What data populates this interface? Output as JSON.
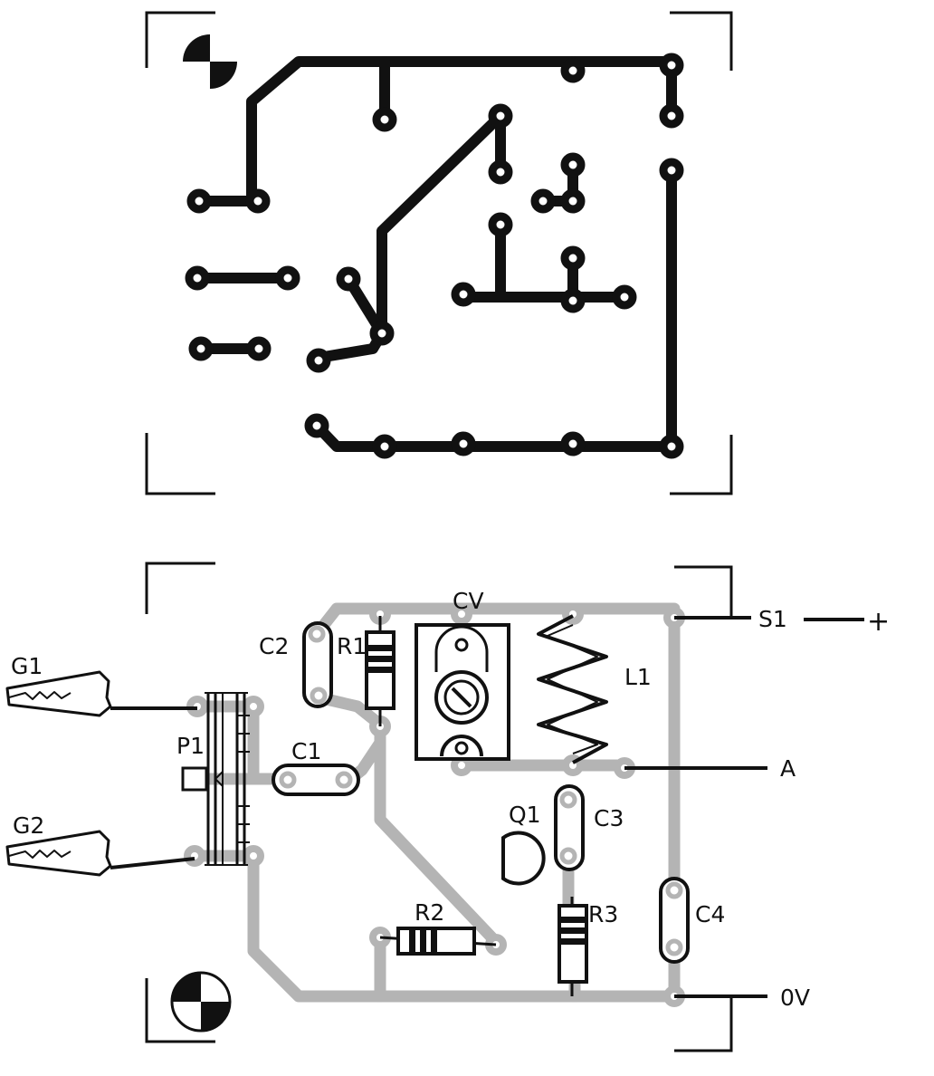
{
  "colors": {
    "ink": "#111111",
    "trace_gray": "#b4b4b4",
    "paper": "#ffffff"
  },
  "icons": {
    "registration_mark": "quartered-circle-icon",
    "crop_mark": "corner-bracket-icon",
    "alligator_clip": "alligator-clip-icon"
  },
  "pcb_layout": {
    "description_hidden": true
  },
  "components": {
    "cv": "CV",
    "r1": "R1",
    "c2": "C2",
    "l1": "L1",
    "c1": "C1",
    "p1": "P1",
    "q1": "Q1",
    "c3": "C3",
    "r2": "R2",
    "r3": "R3",
    "c4": "C4",
    "g1": "G1",
    "g2": "G2"
  },
  "terminals": {
    "s1": "S1",
    "plus": "+",
    "a": "A",
    "ov": "0V"
  }
}
